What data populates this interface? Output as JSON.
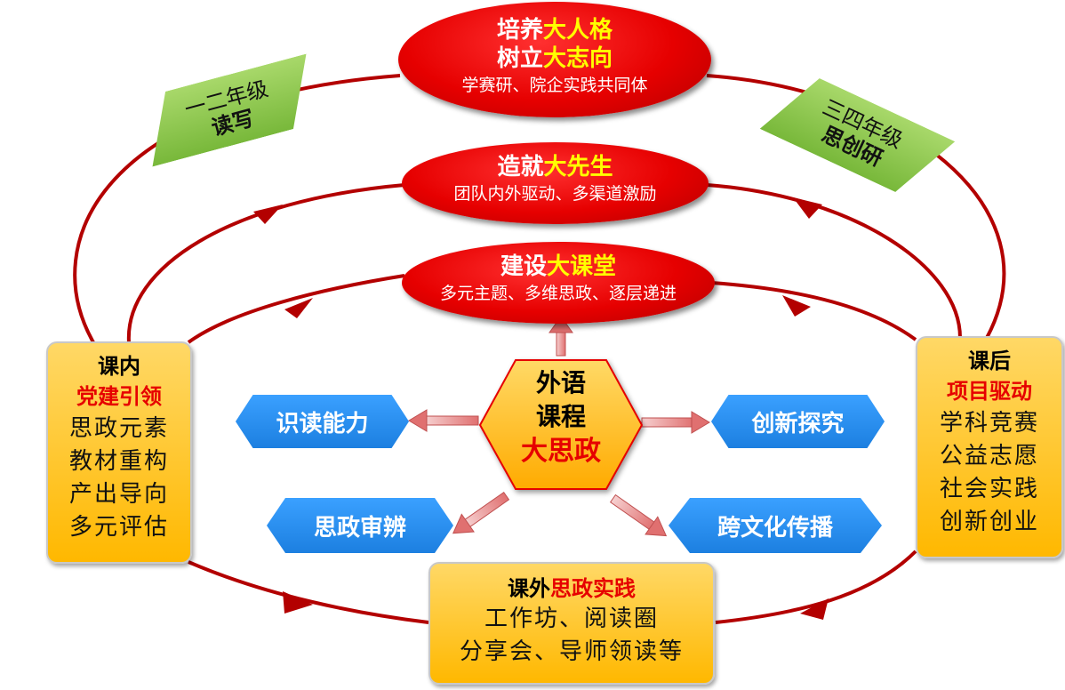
{
  "top": {
    "line1_a": "培养",
    "line1_b": "大人格",
    "line2_a": "树立",
    "line2_b": "大志向",
    "sub": "学赛研、院企实践共同体"
  },
  "middle": {
    "title_a": "造就",
    "title_b": "大先生",
    "sub": "团队内外驱动、多渠道激励"
  },
  "lower": {
    "title_a": "建设",
    "title_b": "大课堂",
    "sub": "多元主题、多维思政、逐层递进"
  },
  "grade_left": {
    "line1": "一二年级",
    "line2": "读写"
  },
  "grade_right": {
    "line1": "三四年级",
    "line2": "思创研"
  },
  "left_box": {
    "title": "课内",
    "highlight": "党建引领",
    "items": [
      "思政元素",
      "教材重构",
      "产出导向",
      "多元评估"
    ]
  },
  "right_box": {
    "title": "课后",
    "highlight": "项目驱动",
    "items": [
      "学科竞赛",
      "公益志愿",
      "社会实践",
      "创新创业"
    ]
  },
  "bottom_box": {
    "title_a": "课外",
    "title_b": "思政实践",
    "items": [
      "工作坊、阅读圈",
      "分享会、导师领读等"
    ]
  },
  "center": {
    "line1": "外语",
    "line2": "课程",
    "line3": "大思政"
  },
  "abilities": {
    "top_left": "识读能力",
    "top_right": "创新探究",
    "bottom_left": "思政审辨",
    "bottom_right": "跨文化传播"
  },
  "colors": {
    "ring": "#b30000",
    "ellipse": "#e60000",
    "highlight": "#ffff00",
    "box": "#ffc000",
    "button": "#1c7fe0",
    "parallelogram": "#8cc84b"
  }
}
